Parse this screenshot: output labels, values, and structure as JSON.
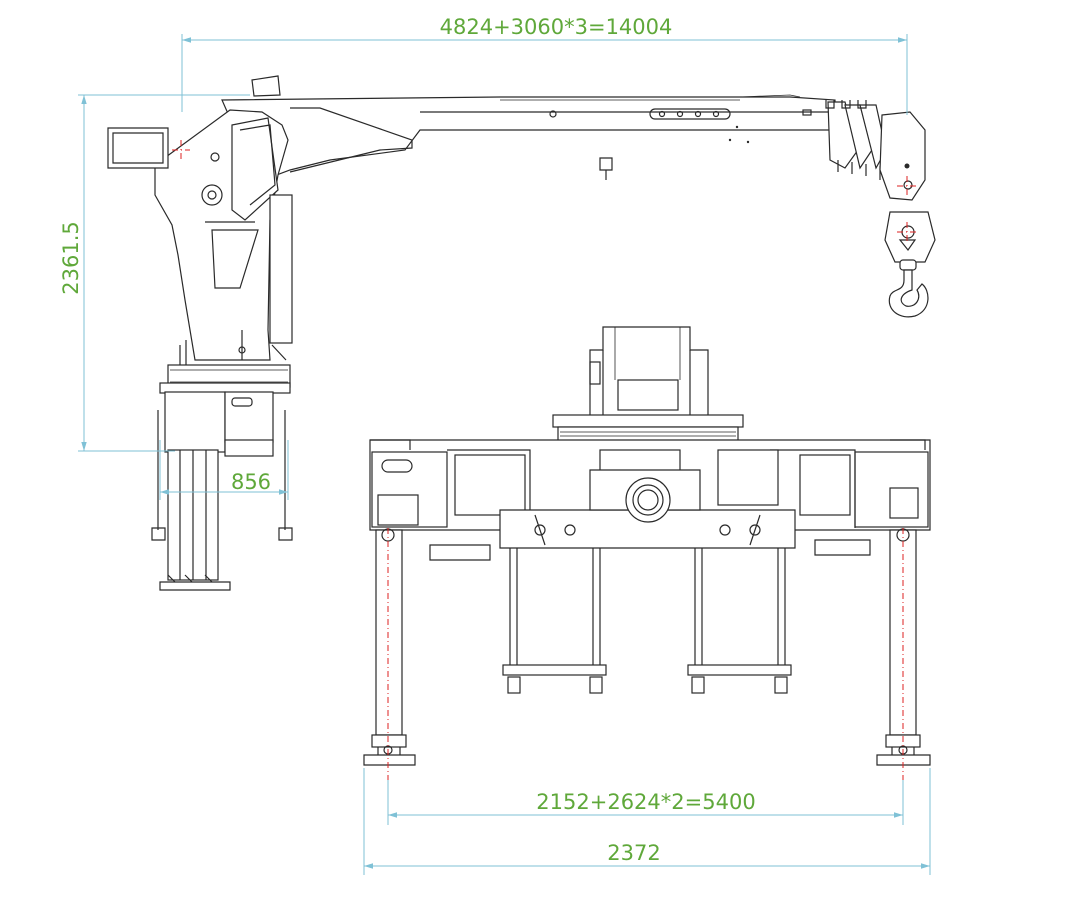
{
  "dimensions": {
    "boom_reach": "4824+3060*3=14004",
    "height": "2361.5",
    "side_width": "856",
    "outrigger_span": "2152+2624*2=5400",
    "base_width": "2372"
  },
  "colors": {
    "dimension_text": "#5fa83a",
    "dimension_line": "#7fc1d6",
    "outline": "#2a2a2a",
    "centerline": "#dd2222"
  }
}
